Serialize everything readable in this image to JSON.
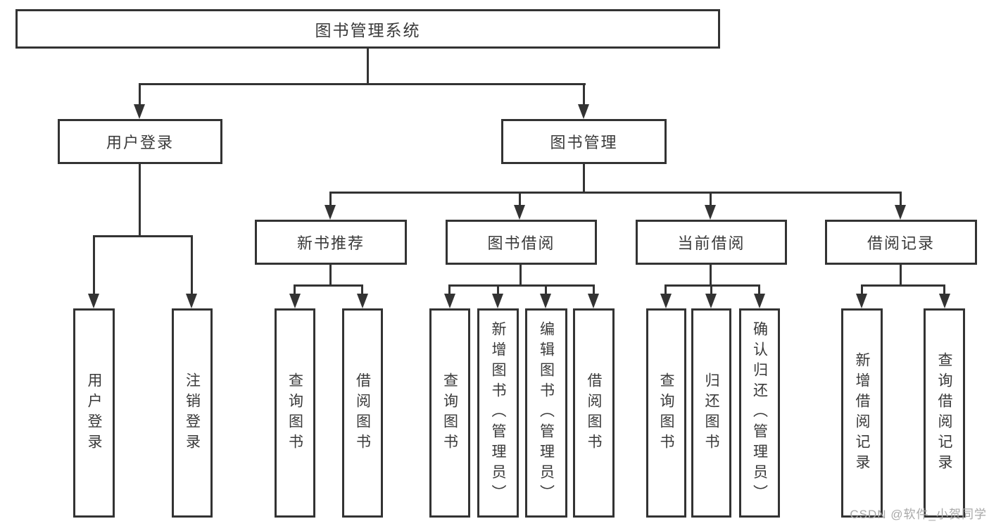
{
  "colors": {
    "line": "#333333",
    "box_border": "#333333",
    "text": "#3a3a3a",
    "background": "#ffffff",
    "watermark": "#a8a8a8"
  },
  "diagram": {
    "root": {
      "label": "图书管理系统"
    },
    "branches": [
      {
        "label": "用户登录",
        "leaves": [
          {
            "label": "用户登录"
          },
          {
            "label": "注销登录"
          }
        ]
      },
      {
        "label": "图书管理",
        "children": [
          {
            "label": "新书推荐",
            "leaves": [
              {
                "label": "查询图书"
              },
              {
                "label": "借阅图书"
              }
            ]
          },
          {
            "label": "图书借阅",
            "leaves": [
              {
                "label": "查询图书"
              },
              {
                "label": "新增图书（管理员）"
              },
              {
                "label": "编辑图书（管理员）"
              },
              {
                "label": "借阅图书"
              }
            ]
          },
          {
            "label": "当前借阅",
            "leaves": [
              {
                "label": "查询图书"
              },
              {
                "label": "归还图书"
              },
              {
                "label": "确认归还（管理员）"
              }
            ]
          },
          {
            "label": "借阅记录",
            "leaves": [
              {
                "label": "新增借阅记录"
              },
              {
                "label": "查询借阅记录"
              }
            ]
          }
        ]
      }
    ]
  },
  "watermark": {
    "text": "CSDN @软件_小贺同学"
  }
}
